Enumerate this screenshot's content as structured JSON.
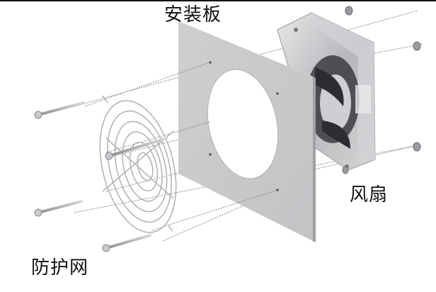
{
  "diagram": {
    "type": "exploded-assembly",
    "labels": {
      "mounting_panel": "安装板",
      "fan": "风扇",
      "guard": "防护网"
    },
    "components": [
      {
        "id": "screw",
        "count": 4,
        "side": "left",
        "icon": "long-screw-icon"
      },
      {
        "id": "guard",
        "label_key": "guard",
        "icon": "wire-fan-guard"
      },
      {
        "id": "mounting_panel",
        "label_key": "mounting_panel",
        "icon": "square-plate-with-round-cutout"
      },
      {
        "id": "fan",
        "label_key": "fan",
        "icon": "axial-fan"
      },
      {
        "id": "nut",
        "count": 4,
        "side": "right",
        "icon": "nut-icon"
      }
    ],
    "colors": {
      "panel": "#c9c9cb",
      "panel_edge": "#e4e4e6",
      "fan_frame": "#b9b9bd",
      "guard_wire": "#b5b5b8",
      "dash_line": "#8a8a90",
      "label": "#111111"
    }
  }
}
